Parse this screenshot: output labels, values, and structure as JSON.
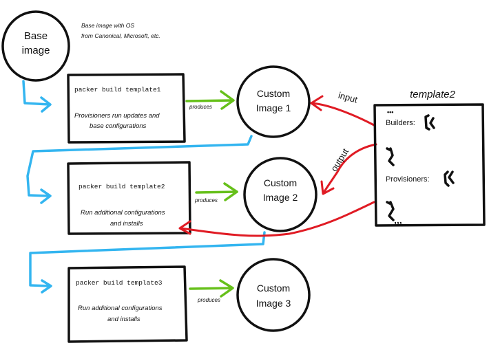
{
  "base": {
    "line1": "Base",
    "line2": "image"
  },
  "base_note": {
    "line1": "Base image with OS",
    "line2": "from Canonical, Microsoft, etc."
  },
  "steps": [
    {
      "command": "packer build template1",
      "desc1": "Provisioners run updates and",
      "desc2": "base configurations",
      "produces": "produces",
      "image1": "Custom",
      "image2": "Image 1"
    },
    {
      "command": "packer build template2",
      "desc1": "Run additional configurations",
      "desc2": "and installs",
      "produces": "produces",
      "image1": "Custom",
      "image2": "Image 2"
    },
    {
      "command": "packer build template3",
      "desc1": "Run additional configurations",
      "desc2": "and installs",
      "produces": "produces",
      "image1": "Custom",
      "image2": "Image 3"
    }
  ],
  "template2": {
    "title": "template2",
    "dots_top": "•••",
    "builders": "Builders:",
    "provisioners": "Provisioners:",
    "dots_bottom": ",,,"
  },
  "arrows": {
    "input": "input",
    "output": "output"
  },
  "colors": {
    "blue": "#33b5f0",
    "green": "#66c01a",
    "red": "#e01b24",
    "ink": "#111111"
  }
}
